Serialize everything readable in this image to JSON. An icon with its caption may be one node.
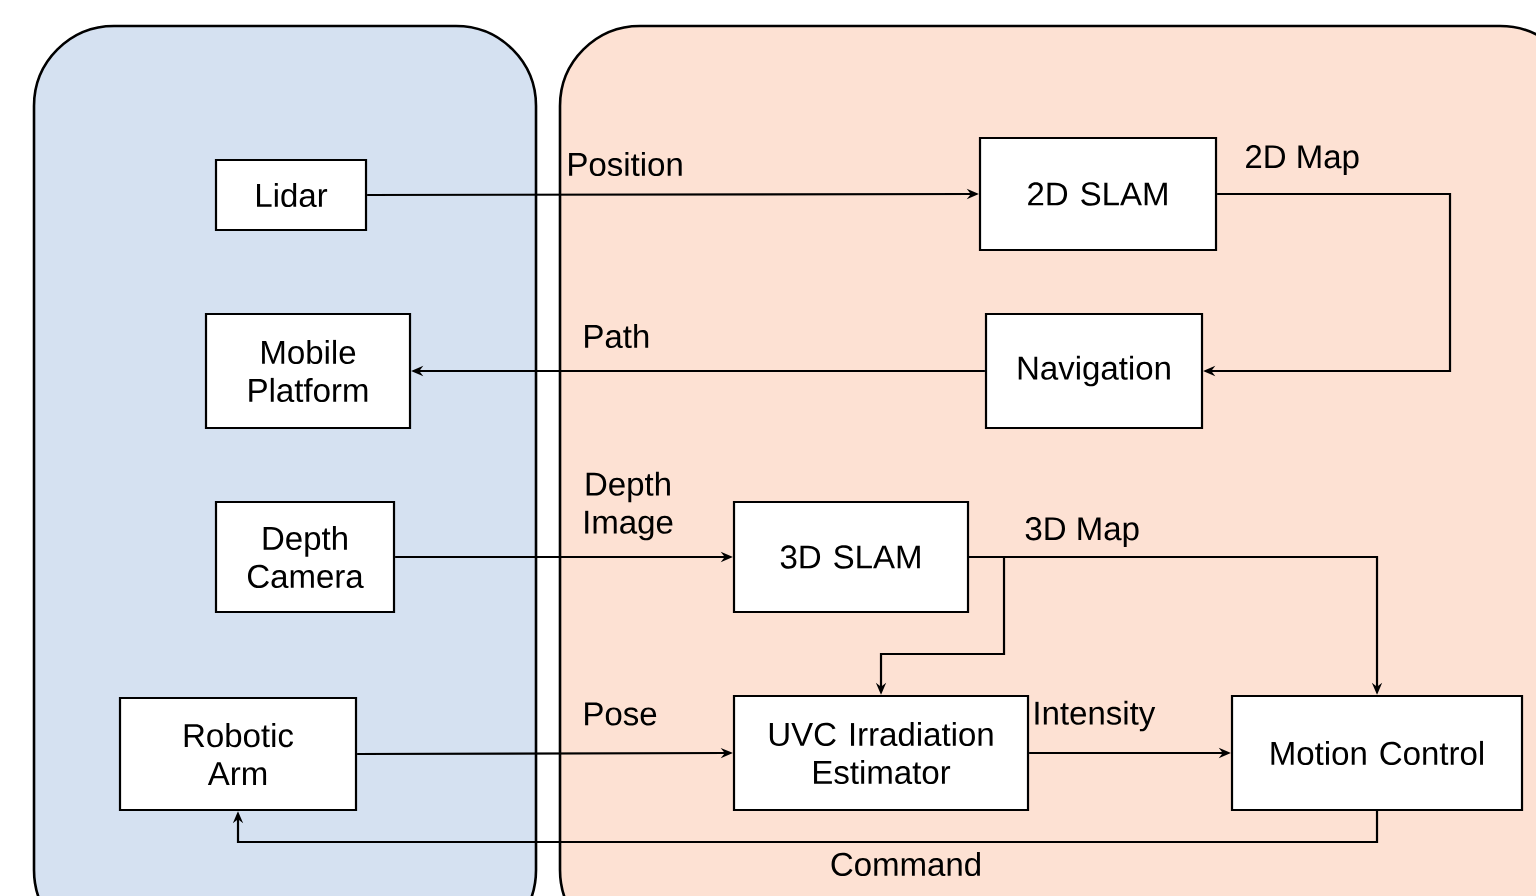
{
  "diagram": {
    "nodes": [
      {
        "text": [],
        "shape": "box"
      },
      {
        "text": [],
        "shape": "box"
      },
      {
        "text": [
          "Lidar"
        ],
        "in": 0
      },
      {
        "text": [
          "Mobile Platform"
        ],
        "in": 0
      },
      {
        "text": [
          "Depth Camera"
        ],
        "in": 0
      },
      {
        "text": [
          "Robotic Arm"
        ],
        "in": 0
      },
      {
        "text": [
          "2D SLAM"
        ],
        "in": 1
      },
      {
        "text": [
          "Navigation"
        ],
        "in": 1
      },
      {
        "text": [
          "3D SLAM"
        ],
        "in": 1
      },
      {
        "text": [
          "UVC Irradiation Estimator"
        ],
        "in": 1
      },
      {
        "text": [
          "Motion Control"
        ],
        "in": 1
      }
    ],
    "edges": [
      {
        "from": 2,
        "to": 6,
        "arrow": "to",
        "label": "Position"
      },
      {
        "from": 6,
        "to": 7,
        "arrow": "to",
        "label": "2D Map"
      },
      {
        "from": 7,
        "to": 3,
        "arrow": "to",
        "label": "Path"
      },
      {
        "from": 4,
        "to": 8,
        "arrow": "to",
        "label": "Depth Image"
      },
      {
        "from": 8,
        "to": 9,
        "arrow": "to"
      },
      {
        "from": 8,
        "to": 10,
        "arrow": "to",
        "label": "3D Map"
      },
      {
        "from": 5,
        "to": 9,
        "arrow": "to",
        "label": "Pose"
      },
      {
        "from": 9,
        "to": 10,
        "arrow": "to",
        "label": "Intensity"
      },
      {
        "from": 10,
        "to": 5,
        "arrow": "to",
        "label": "Command"
      }
    ]
  }
}
